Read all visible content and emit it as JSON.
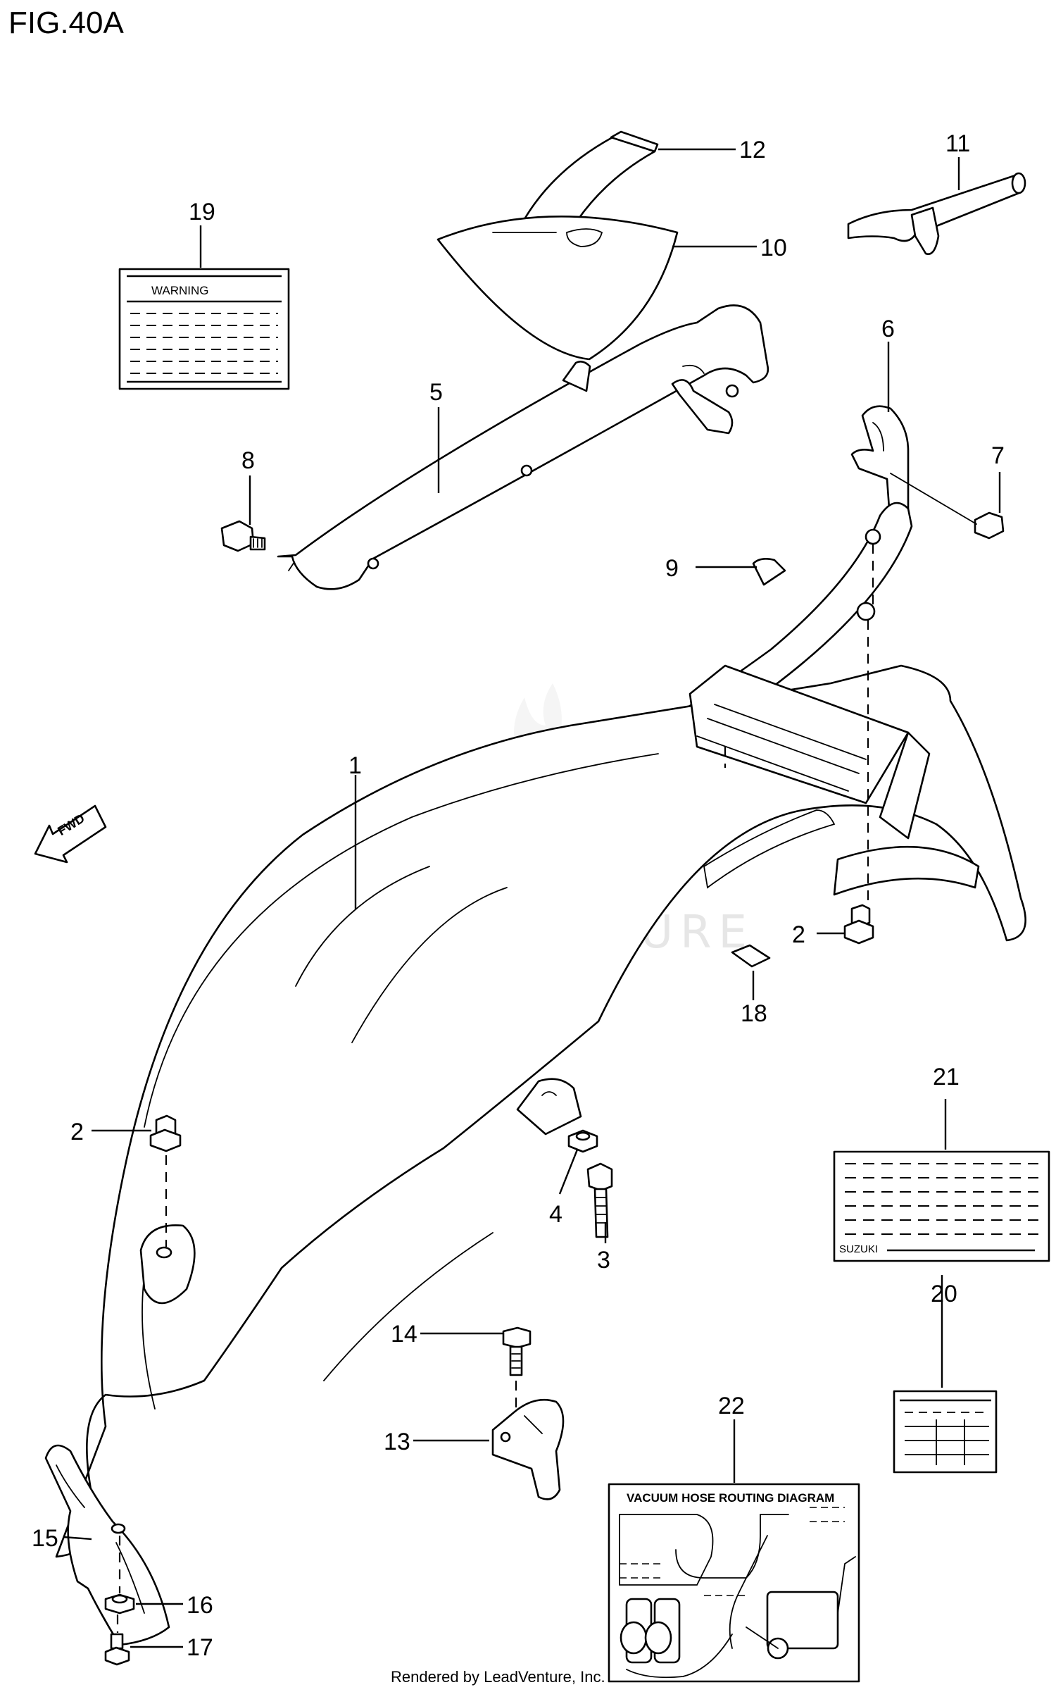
{
  "figure": {
    "title": "FIG.40A",
    "footer": "Rendered by LeadVenture, Inc.",
    "watermark": "LEADVENTURE"
  },
  "callouts": {
    "c1": "1",
    "c2a": "2",
    "c2b": "2",
    "c3": "3",
    "c4": "4",
    "c5": "5",
    "c6": "6",
    "c7": "7",
    "c8": "8",
    "c9": "9",
    "c10": "10",
    "c11": "11",
    "c12": "12",
    "c13": "13",
    "c14": "14",
    "c15": "15",
    "c16": "16",
    "c17": "17",
    "c18": "18",
    "c19": "19",
    "c20": "20",
    "c21": "21",
    "c22": "22"
  },
  "labels": {
    "fwd": "FWD",
    "warning": "WARNING",
    "vacuum": "VACUUM HOSE ROUTING DIAGRAM",
    "suzuki": "SUZUKI"
  }
}
